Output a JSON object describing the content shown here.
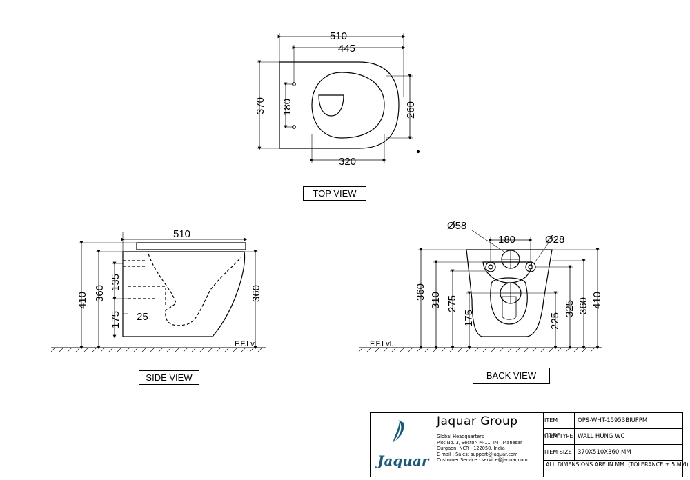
{
  "views": {
    "top_label": "TOP VIEW",
    "side_label": "SIDE VIEW",
    "back_label": "BACK VIEW"
  },
  "top_view": {
    "dim_510": "510",
    "dim_445": "445",
    "dim_370": "370",
    "dim_180": "180",
    "dim_260": "260",
    "dim_320": "320"
  },
  "side_view": {
    "dim_510": "510",
    "dim_410": "410",
    "dim_360_left": "360",
    "dim_135": "135",
    "dim_175": "175",
    "dim_25": "25",
    "dim_360_right": "360",
    "floor_label": "F.F.Lvl."
  },
  "back_view": {
    "dia_58": "Ø58",
    "dim_180": "180",
    "dia_28": "Ø28",
    "dim_360_left": "360",
    "dim_310": "310",
    "dim_275": "275",
    "dim_175": "175",
    "dim_225": "225",
    "dim_325": "325",
    "dim_360_right": "360",
    "dim_410": "410",
    "floor_label": "F.F.Lvl."
  },
  "title_block": {
    "brand": "Jaquar",
    "company": "Jaquar Group",
    "address_lines": [
      "Global Headquarters",
      "Plot No. 3, Sector- M-11, IMT Manesar",
      "Gurgaon, NCR - 122050, India",
      "E-mail : Sales: support@jaquar.com",
      "Customer Service : service@jaquar.com"
    ],
    "item_code_label": "ITEM CODE",
    "item_code": "OPS-WHT-15953BIUFPM",
    "item_type_label": "ITEM TYPE",
    "item_type": "WALL HUNG WC",
    "item_size_label": "ITEM SIZE",
    "item_size": "370X510X360 MM",
    "note": "ALL DIMENSIONS ARE IN MM. (TOLERANCE ± 5 MM)"
  }
}
